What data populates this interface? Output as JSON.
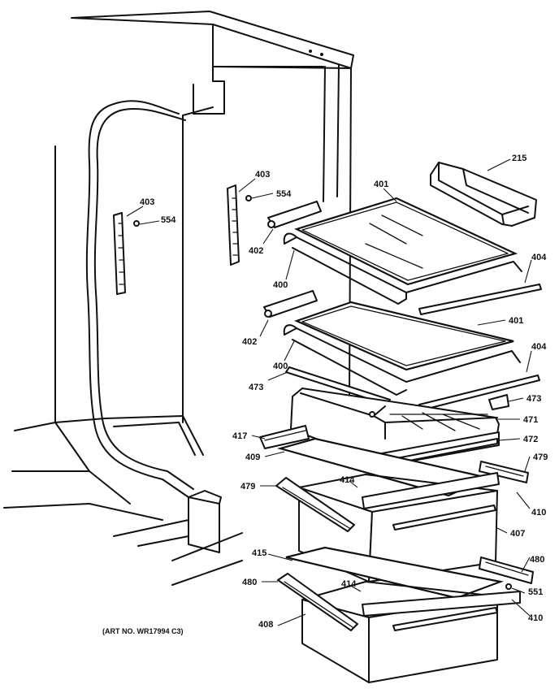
{
  "diagram": {
    "art_number": "(ART NO. WR17994 C3)",
    "callouts": [
      {
        "id": "c215",
        "text": "215"
      },
      {
        "id": "c401a",
        "text": "401"
      },
      {
        "id": "c403a",
        "text": "403"
      },
      {
        "id": "c554a",
        "text": "554"
      },
      {
        "id": "c403b",
        "text": "403"
      },
      {
        "id": "c554b",
        "text": "554"
      },
      {
        "id": "c402a",
        "text": "402"
      },
      {
        "id": "c400a",
        "text": "400"
      },
      {
        "id": "c404a",
        "text": "404"
      },
      {
        "id": "c401b",
        "text": "401"
      },
      {
        "id": "c402b",
        "text": "402"
      },
      {
        "id": "c400b",
        "text": "400"
      },
      {
        "id": "c404b",
        "text": "404"
      },
      {
        "id": "c473a",
        "text": "473"
      },
      {
        "id": "c473b",
        "text": "473"
      },
      {
        "id": "c471",
        "text": "471"
      },
      {
        "id": "c417",
        "text": "417"
      },
      {
        "id": "c472",
        "text": "472"
      },
      {
        "id": "c409",
        "text": "409"
      },
      {
        "id": "c479a",
        "text": "479"
      },
      {
        "id": "c479b",
        "text": "479"
      },
      {
        "id": "c414a",
        "text": "414"
      },
      {
        "id": "c410a",
        "text": "410"
      },
      {
        "id": "c407",
        "text": "407"
      },
      {
        "id": "c415",
        "text": "415"
      },
      {
        "id": "c480a",
        "text": "480"
      },
      {
        "id": "c480b",
        "text": "480"
      },
      {
        "id": "c414b",
        "text": "414"
      },
      {
        "id": "c551",
        "text": "551"
      },
      {
        "id": "c408",
        "text": "408"
      },
      {
        "id": "c410b",
        "text": "410"
      }
    ]
  }
}
